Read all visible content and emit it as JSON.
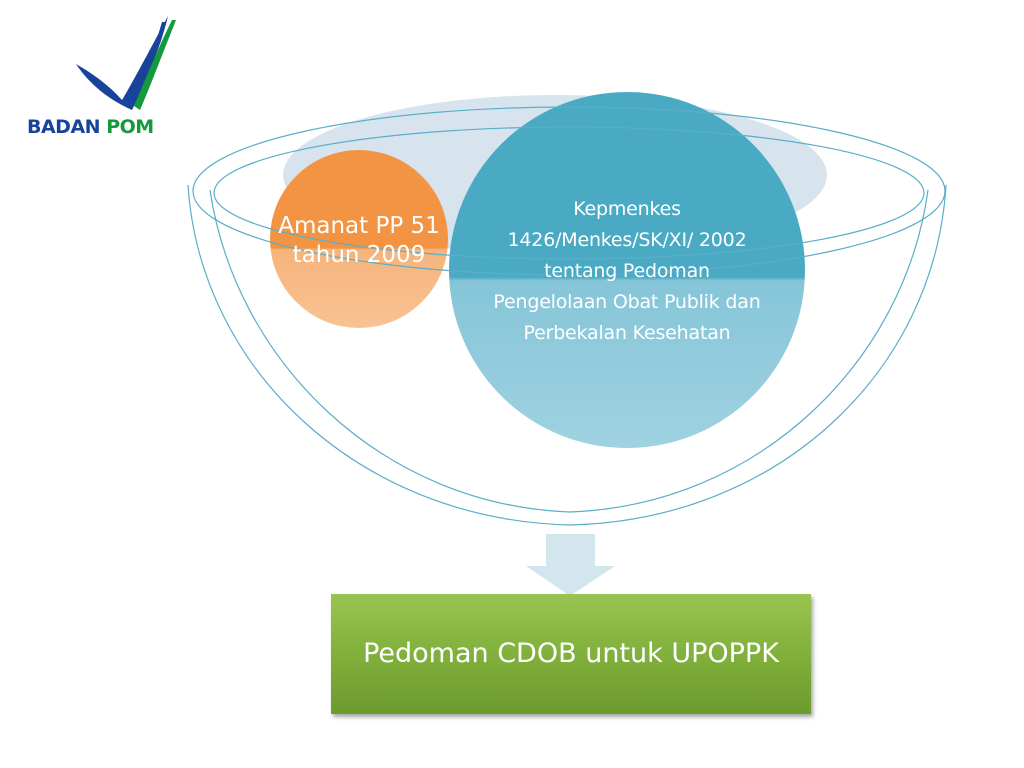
{
  "logo": {
    "word1": "BADAN",
    "word2": "POM",
    "color_primary": "#17439b",
    "color_secondary": "#139a3a"
  },
  "funnel": {
    "orange_circle_text": "Amanat PP 51 tahun 2009",
    "blue_circle_text": "Kepmenkes 1426/Menkes/SK/XI/ 2002 tentang Pedoman Pengelolaan Obat Publik dan Perbekalan Kesehatan",
    "orange_color": "#f29443",
    "blue_color": "#4aaac4",
    "outline_color": "#5aaec8"
  },
  "arrow": {
    "icon": "down-arrow-icon",
    "color": "#d3e6ee"
  },
  "result": {
    "text": "Pedoman CDOB untuk UPOPPK",
    "color": "#8bb843"
  }
}
